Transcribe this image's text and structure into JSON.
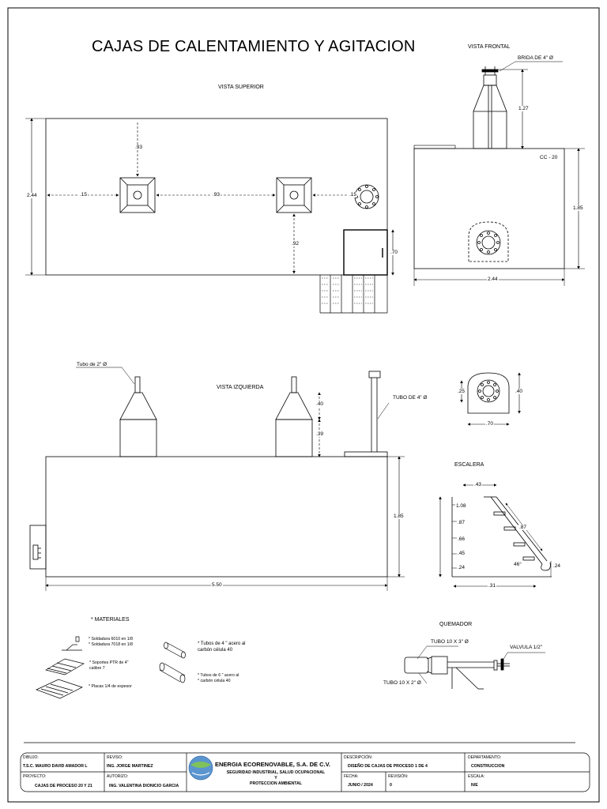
{
  "drawing": {
    "title": "CAJAS DE CALENTAMIENTO Y AGITACION",
    "views": {
      "superior": "VISTA SUPERIOR",
      "frontal": "VISTA FRONTAL",
      "izquierda": "VISTA IZQUIERDA",
      "escalera": "ESCALERA",
      "quemador": "QUEMADOR"
    },
    "superior_dims": {
      "width": "2.44",
      "side_left": ".15",
      "between": ".93",
      "side_right": ".15",
      "top_offset": ".93",
      "bottom_offset": ".92",
      "door": ".70"
    },
    "frontal": {
      "flange": "BRIDA DE 4\" Ø",
      "stack_height": "1.27",
      "code": "CC - 20",
      "height": "1.85",
      "width": "2.44"
    },
    "izquierda": {
      "pipe_2": "Tubo de 2\" Ø",
      "pipe_4": "TUBO DE  4\"  Ø",
      "cone_height": ".40",
      "base_height": ".39",
      "height": "1.85",
      "length": "5.50"
    },
    "burner_detail": {
      "height": ".25",
      "top": ".40",
      "width": ".70"
    },
    "escalera": {
      "top_width": ".43",
      "steps": [
        "1.08",
        ".87",
        ".66",
        ".45",
        ".24"
      ],
      "diagonal": ".87",
      "angle": "46°",
      "foot": ".24",
      "base": ".31"
    },
    "materiales": {
      "heading": "* MATERIALES",
      "items": [
        "* Soldadura 6010 en 1/8\n* Soldadura 7018 en 1/8",
        "* Soportes PTR de 4\"\n   calibre 7",
        "* Placas 1/4 de espesor",
        "* Tubos de 4 \" acero al\n  carbón célula 40",
        "* Tubos de 6 \" acero al\n* carbón célula 40"
      ]
    },
    "quemador": {
      "tube_top": "TUBO 10 X 3\" Ø",
      "tube_bottom": "TUBO 10 X 2\" Ø",
      "valve": "VALVULA 1/2\""
    }
  },
  "title_block": {
    "dibujo_label": "DIBUJO:",
    "dibujo_value": "T.S.C. MAURO DAVID AMADOR L",
    "reviso_label": "REVISO:",
    "reviso_value": "ING. JORGE MARTINEZ",
    "proyecto_label": "PROYECTO:",
    "proyecto_value": "CAJAS DE PROCESO 20 Y 21",
    "autorizo_label": "AUTORIZO:",
    "autorizo_value": "ING. VALENTINA DIONICIO GARCIA",
    "company": "ENERGIA ECORENOVABLE, S.A. DE C.V.",
    "company_sub": "SEGURIDAD INDUSTRIAL, SALUD OCUPACIONAL\nY\nPROTECCION AMBIENTAL",
    "descripcion_label": "DESCRIPCIÓN:",
    "descripcion_value": "DISEÑO DE CAJAS DE PROCESO 1 DE 4",
    "fecha_label": "FECHA:",
    "fecha_value": "JUNIO / 2024",
    "revision_label": "REVISIÓN:",
    "revision_value": "0",
    "departamento_label": "DEPARTAMENTO:",
    "departamento_value": "CONSTRUCCION",
    "escala_label": "ESCALA:",
    "escala_value": "N/E"
  }
}
